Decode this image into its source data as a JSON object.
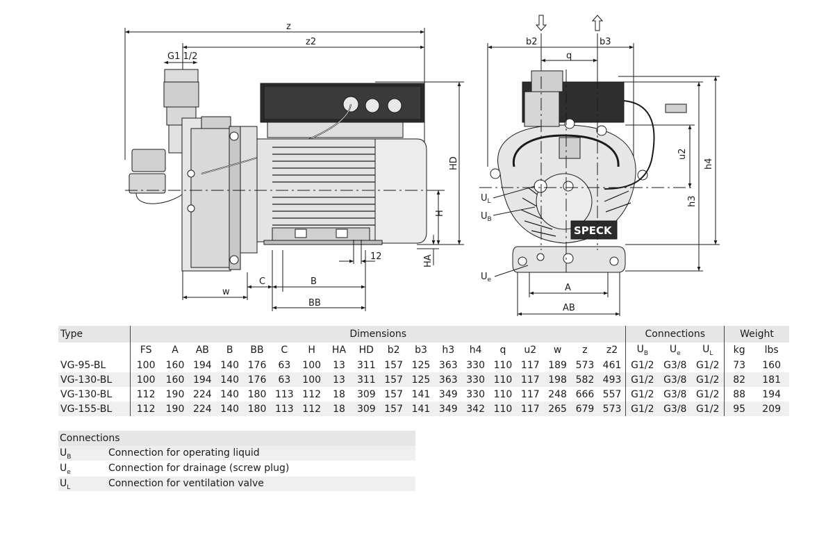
{
  "drawing": {
    "side_labels": {
      "z": "z",
      "z2": "z2",
      "g": "G1 1/2",
      "hd": "HD",
      "h": "H",
      "ha": "HA",
      "twelve": "12",
      "w": "w",
      "c": "C",
      "b": "B",
      "bb": "BB"
    },
    "front_labels": {
      "b2": "b2",
      "b3": "b3",
      "q": "q",
      "u2": "u2",
      "h3": "h3",
      "h4": "h4",
      "a": "A",
      "ab": "AB",
      "ul": "U",
      "ul_sub": "L",
      "ub": "U",
      "ub_sub": "B",
      "ue": "U",
      "ue_sub": "e",
      "brand": "SPECK"
    }
  },
  "table": {
    "group_headers": {
      "type": "Type",
      "dimensions": "Dimensions",
      "connections": "Connections",
      "weight": "Weight"
    },
    "dim_columns": [
      "FS",
      "A",
      "AB",
      "B",
      "BB",
      "C",
      "H",
      "HA",
      "HD",
      "b2",
      "b3",
      "h3",
      "h4",
      "q",
      "u2",
      "w",
      "z",
      "z2"
    ],
    "conn_columns": [
      {
        "base": "U",
        "sub": "B"
      },
      {
        "base": "U",
        "sub": "e"
      },
      {
        "base": "U",
        "sub": "L"
      }
    ],
    "weight_columns": [
      "kg",
      "lbs"
    ],
    "rows": [
      {
        "type": "VG-95-BL",
        "dims": [
          "100",
          "160",
          "194",
          "140",
          "176",
          "63",
          "100",
          "13",
          "311",
          "157",
          "125",
          "363",
          "330",
          "110",
          "117",
          "189",
          "573",
          "461"
        ],
        "conn": [
          "G1/2",
          "G3/8",
          "G1/2"
        ],
        "weight": [
          "73",
          "160"
        ]
      },
      {
        "type": "VG-130-BL",
        "dims": [
          "100",
          "160",
          "194",
          "140",
          "176",
          "63",
          "100",
          "13",
          "311",
          "157",
          "125",
          "363",
          "330",
          "110",
          "117",
          "198",
          "582",
          "493"
        ],
        "conn": [
          "G1/2",
          "G3/8",
          "G1/2"
        ],
        "weight": [
          "82",
          "181"
        ]
      },
      {
        "type": "VG-130-BL",
        "dims": [
          "112",
          "190",
          "224",
          "140",
          "180",
          "113",
          "112",
          "18",
          "309",
          "157",
          "141",
          "349",
          "330",
          "110",
          "117",
          "248",
          "666",
          "557"
        ],
        "conn": [
          "G1/2",
          "G3/8",
          "G1/2"
        ],
        "weight": [
          "88",
          "194"
        ]
      },
      {
        "type": "VG-155-BL",
        "dims": [
          "112",
          "190",
          "224",
          "140",
          "180",
          "113",
          "112",
          "18",
          "309",
          "157",
          "141",
          "349",
          "342",
          "110",
          "117",
          "265",
          "679",
          "573"
        ],
        "conn": [
          "G1/2",
          "G3/8",
          "G1/2"
        ],
        "weight": [
          "95",
          "209"
        ]
      }
    ]
  },
  "legend": {
    "title": "Connections",
    "items": [
      {
        "sym": "U",
        "sub": "B",
        "desc": "Connection for operating liquid"
      },
      {
        "sym": "U",
        "sub": "e",
        "desc": "Connection for drainage (screw plug)"
      },
      {
        "sym": "U",
        "sub": "L",
        "desc": "Connection for ventilation valve"
      }
    ]
  }
}
